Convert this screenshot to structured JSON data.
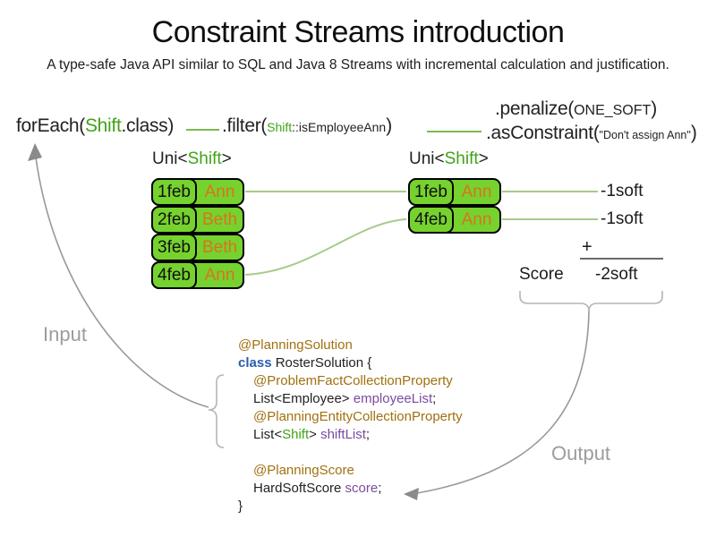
{
  "title": "Constraint Streams introduction",
  "subtitle": "A type-safe Java API similar to SQL and Java 8 Streams with incremental calculation and justification.",
  "flow": {
    "forEach": {
      "segments": [
        {
          "t": "forEach(",
          "c": "ink"
        },
        {
          "t": "Shift",
          "c": "green"
        },
        {
          "t": ".class)",
          "c": "ink"
        }
      ]
    },
    "filter": {
      "segments": [
        {
          "t": ".filter(",
          "c": "ink"
        },
        {
          "t": "Shift",
          "c": "green",
          "s": "sm"
        },
        {
          "t": "::isEmployeeAnn",
          "c": "ink",
          "s": "sm"
        },
        {
          "t": ")",
          "c": "ink"
        }
      ]
    },
    "penalize": {
      "segments": [
        {
          "t": ".penalize(",
          "c": "ink"
        },
        {
          "t": "ONE_SOFT",
          "c": "ink",
          "s": "md"
        },
        {
          "t": ")",
          "c": "ink"
        }
      ]
    },
    "asConstraint": {
      "segments": [
        {
          "t": ".asConstraint(",
          "c": "ink"
        },
        {
          "t": "\"Don't assign Ann\"",
          "c": "ink",
          "s": "xs"
        },
        {
          "t": ")",
          "c": "ink"
        }
      ]
    }
  },
  "streams": {
    "left": {
      "label_segments": [
        {
          "t": "Uni<",
          "c": "ink"
        },
        {
          "t": "Shift",
          "c": "green"
        },
        {
          "t": ">",
          "c": "ink"
        }
      ],
      "rows": [
        {
          "date": "1feb",
          "name": "Ann"
        },
        {
          "date": "2feb",
          "name": "Beth"
        },
        {
          "date": "3feb",
          "name": "Beth"
        },
        {
          "date": "4feb",
          "name": "Ann"
        }
      ]
    },
    "right": {
      "label_segments": [
        {
          "t": "Uni<",
          "c": "ink"
        },
        {
          "t": "Shift",
          "c": "green"
        },
        {
          "t": ">",
          "c": "ink"
        }
      ],
      "rows": [
        {
          "date": "1feb",
          "name": "Ann"
        },
        {
          "date": "4feb",
          "name": "Ann"
        }
      ]
    }
  },
  "scores": {
    "matches": [
      "-1soft",
      "-1soft"
    ],
    "plus": "+",
    "score_label": "Score",
    "total": "-2soft"
  },
  "annotations": {
    "input": "Input",
    "output": "Output"
  },
  "code": {
    "lines": [
      {
        "indent": 0,
        "segments": [
          {
            "t": "@PlanningSolution",
            "c": "brown"
          }
        ]
      },
      {
        "indent": 0,
        "segments": [
          {
            "t": "class",
            "c": "blue",
            "b": true
          },
          {
            "t": " RosterSolution {",
            "c": "ink"
          }
        ]
      },
      {
        "indent": 1,
        "segments": [
          {
            "t": "@ProblemFactCollectionProperty",
            "c": "brown"
          }
        ]
      },
      {
        "indent": 1,
        "segments": [
          {
            "t": "List<Employee> ",
            "c": "ink"
          },
          {
            "t": "employeeList",
            "c": "purple"
          },
          {
            "t": ";",
            "c": "ink"
          }
        ]
      },
      {
        "indent": 1,
        "segments": [
          {
            "t": "@PlanningEntityCollectionProperty",
            "c": "brown"
          }
        ]
      },
      {
        "indent": 1,
        "segments": [
          {
            "t": "List<",
            "c": "ink"
          },
          {
            "t": "Shift",
            "c": "green"
          },
          {
            "t": "> ",
            "c": "ink"
          },
          {
            "t": "shiftList",
            "c": "purple"
          },
          {
            "t": ";",
            "c": "ink"
          }
        ]
      },
      {
        "indent": 1,
        "segments": []
      },
      {
        "indent": 1,
        "segments": [
          {
            "t": "@PlanningScore",
            "c": "brown"
          }
        ]
      },
      {
        "indent": 1,
        "segments": [
          {
            "t": "HardSoftScore ",
            "c": "ink"
          },
          {
            "t": "score",
            "c": "purple"
          },
          {
            "t": ";",
            "c": "ink"
          }
        ]
      },
      {
        "indent": 0,
        "segments": [
          {
            "t": "}",
            "c": "ink"
          }
        ]
      }
    ]
  },
  "colors": {
    "box_green": "#76d22e",
    "text_green": "#41a317",
    "employee_orange": "#d9731f",
    "mapping_line_green": "#a6cb8b",
    "flow_line_green": "#7cb950",
    "annotation_brown": "#a0710f",
    "keyword_blue": "#2a5db0",
    "field_purple": "#7a4ba0",
    "gray_label": "#9c9c9c",
    "sum_line_gray": "#6a6a6a"
  }
}
